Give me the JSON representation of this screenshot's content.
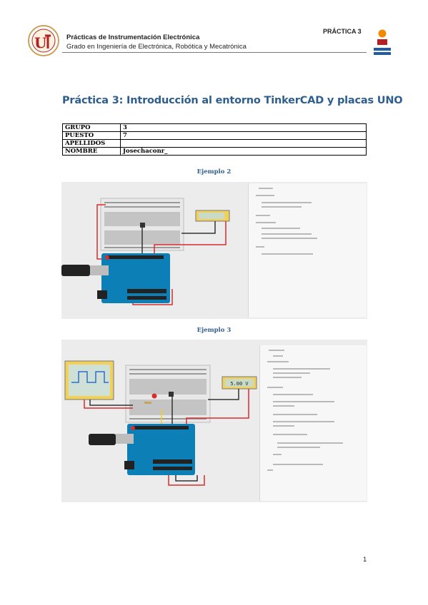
{
  "header": {
    "title": "Prácticas de Instrumentación Electrónica",
    "subtitle": "Grado en Ingeniería de Electrónica, Robótica y Mecatrónica",
    "practice_label": "PRÁCTICA 3"
  },
  "document": {
    "title": "Práctica 3: Introducción al entorno TinkerCAD y placas UNO"
  },
  "info_table": [
    {
      "key": "GRUPO",
      "value": "3"
    },
    {
      "key": "PUESTO",
      "value": "7"
    },
    {
      "key": "APELLIDOS",
      "value": ""
    },
    {
      "key": "NOMBRE",
      "value": "Josechaconr_"
    }
  ],
  "figures": {
    "example2": {
      "caption": "Ejemplo 2",
      "meter_reading": ""
    },
    "example3": {
      "caption": "Ejemplo 3",
      "meter_reading": "5.00 V"
    }
  },
  "colors": {
    "title_blue": "#2e5e8f",
    "arduino_blue": "#0d7fb7",
    "logo_red": "#b51f24",
    "logo_orange": "#f08a00"
  },
  "footer": {
    "page_number": "1"
  }
}
